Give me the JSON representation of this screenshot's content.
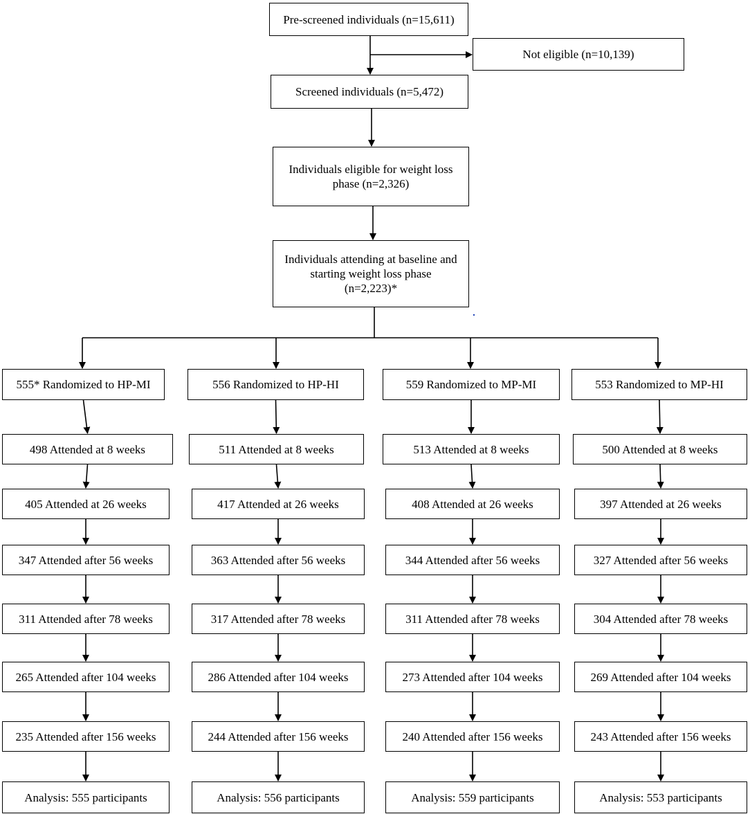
{
  "top": {
    "pre_screened": "Pre-screened individuals (n=15,611)",
    "not_eligible": "Not eligible (n=10,139)",
    "screened": "Screened individuals (n=5,472)",
    "eligible": "Individuals eligible for weight loss phase (n=2,326)",
    "attending": "Individuals attending at baseline and starting weight loss phase (n=2,223)*"
  },
  "arms": [
    {
      "randomized": "555* Randomized to HP-MI",
      "stages": [
        "498 Attended at 8 weeks",
        "405 Attended at 26 weeks",
        "347 Attended after 56 weeks",
        "311 Attended after 78 weeks",
        "265 Attended after 104 weeks",
        "235 Attended after 156 weeks"
      ],
      "analysis": "Analysis: 555 participants"
    },
    {
      "randomized": "556 Randomized to HP-HI",
      "stages": [
        "511 Attended at 8 weeks",
        "417 Attended at 26 weeks",
        "363 Attended after 56 weeks",
        "317 Attended after 78 weeks",
        "286 Attended after 104 weeks",
        "244 Attended after 156 weeks"
      ],
      "analysis": "Analysis: 556 participants"
    },
    {
      "randomized": "559 Randomized to MP-MI",
      "stages": [
        "513 Attended at 8 weeks",
        "408 Attended at 26 weeks",
        "344 Attended after 56 weeks",
        "311 Attended after 78 weeks",
        "273 Attended after 104 weeks",
        "240 Attended after 156 weeks"
      ],
      "analysis": "Analysis: 559 participants"
    },
    {
      "randomized": "553 Randomized to MP-HI",
      "stages": [
        "500 Attended at 8 weeks",
        "397 Attended at 26 weeks",
        "327 Attended after 56 weeks",
        "304 Attended after 78 weeks",
        "269 Attended after 104 weeks",
        "243 Attended after 156 weeks"
      ],
      "analysis": "Analysis: 553 participants"
    }
  ]
}
